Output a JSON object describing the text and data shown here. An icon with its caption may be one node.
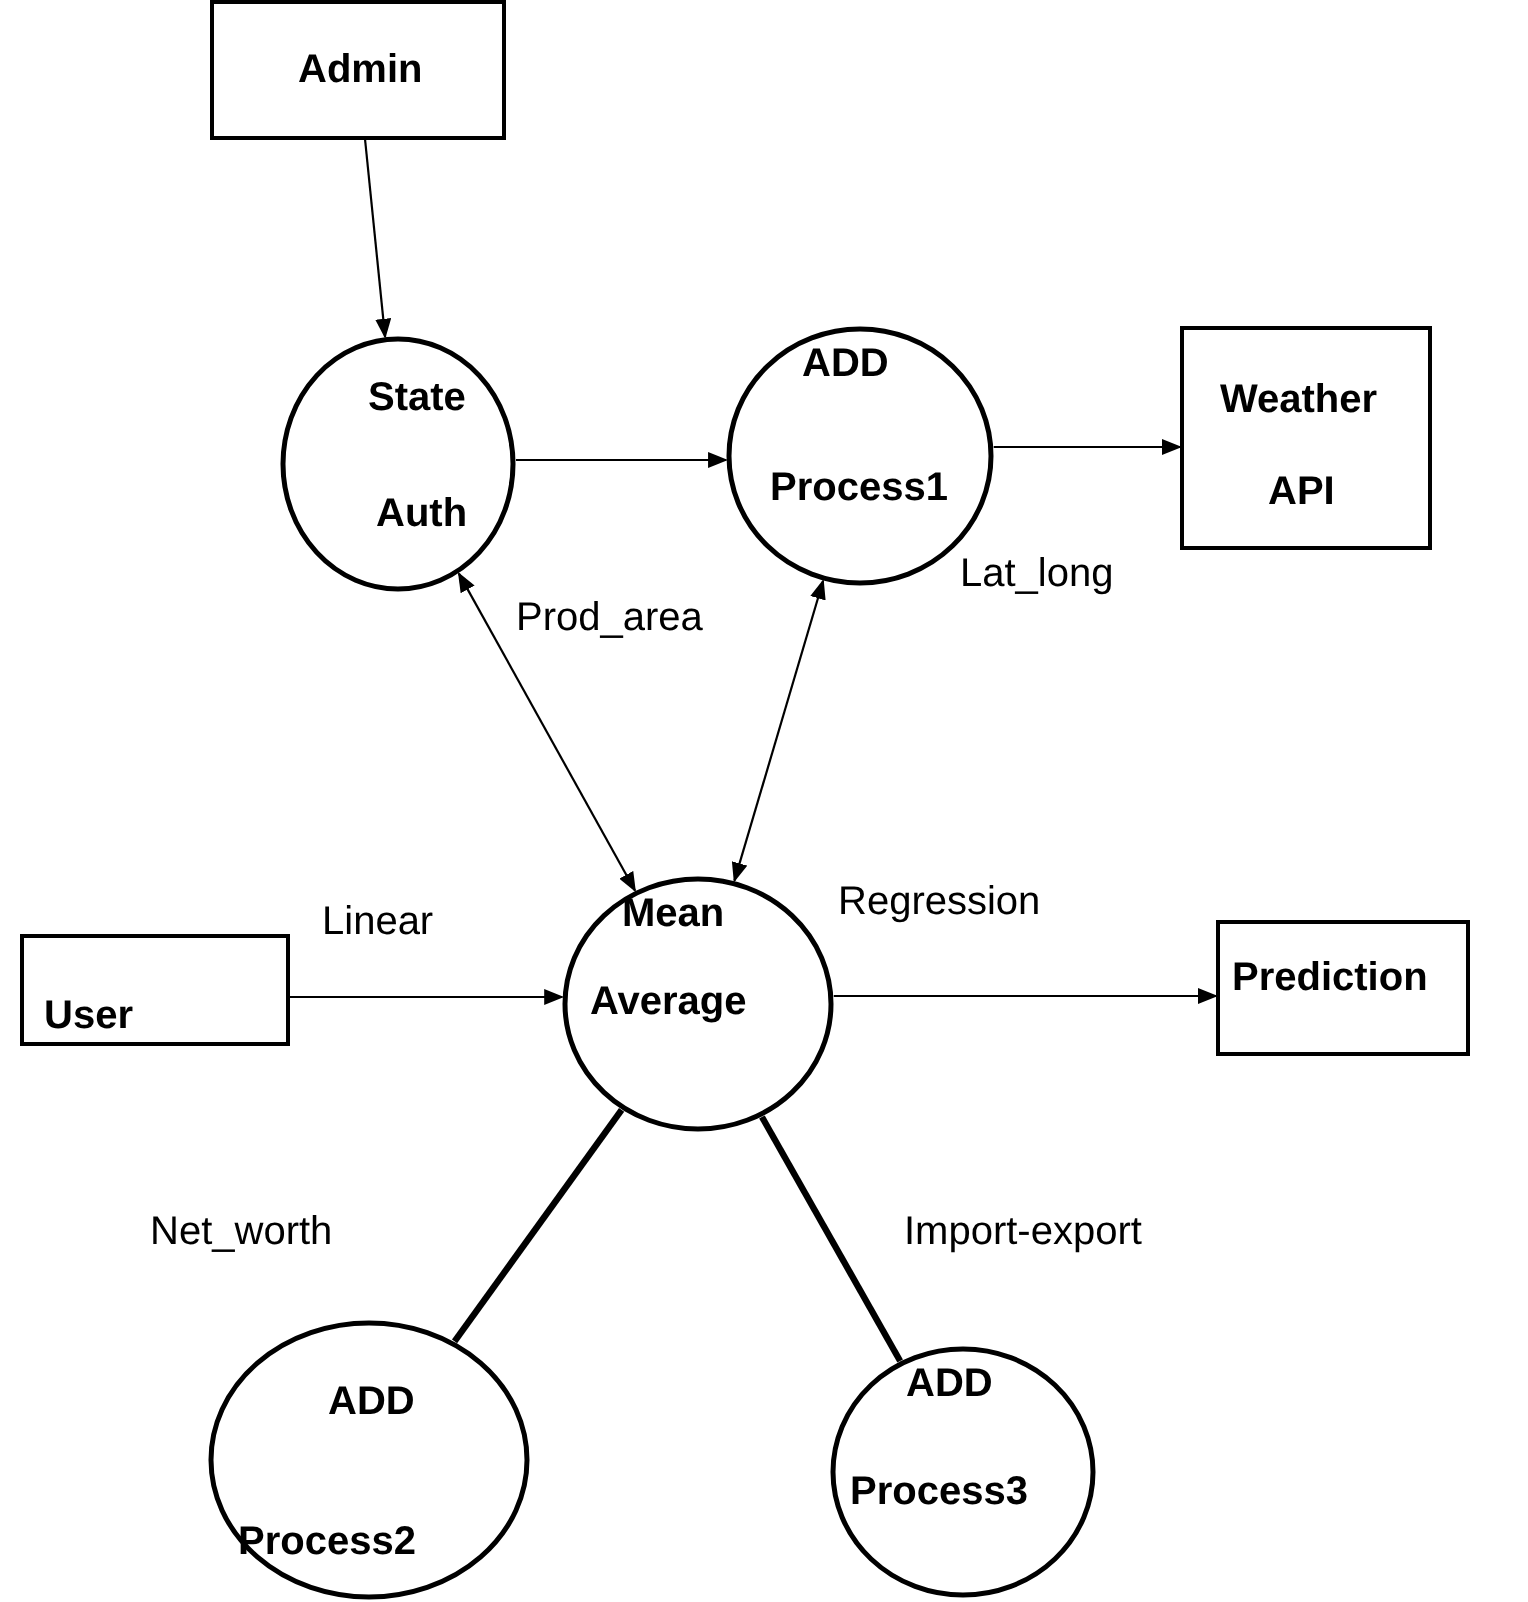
{
  "diagram": {
    "nodes": [
      {
        "text": [
          "Admin"
        ]
      },
      {
        "text": [
          "State",
          "Auth"
        ]
      },
      {
        "text": [
          "ADD",
          "Process1"
        ]
      },
      {
        "text": [
          "Weather",
          "API"
        ]
      },
      {
        "text": [
          "Mean",
          "Average"
        ]
      },
      {
        "text": [
          "User"
        ]
      },
      {
        "text": [
          "Prediction"
        ]
      },
      {
        "text": [
          "ADD",
          "Process2"
        ]
      },
      {
        "text": [
          "ADD",
          "Process3"
        ]
      }
    ],
    "edges": [
      {
        "from": 0,
        "to": 1,
        "arrow": "to"
      },
      {
        "from": 1,
        "to": 2,
        "arrow": "to"
      },
      {
        "from": 2,
        "to": 3,
        "arrow": "to"
      },
      {
        "from": 1,
        "to": 4,
        "arrow": "both"
      },
      {
        "from": 2,
        "to": 4,
        "arrow": "both"
      },
      {
        "from": 5,
        "to": 4,
        "label": "Linear",
        "arrow": "to"
      },
      {
        "from": 4,
        "to": 6,
        "label": "Regression",
        "arrow": "to"
      },
      {
        "from": 4,
        "to": 7,
        "arrow": "none",
        "style": "thick"
      },
      {
        "from": 4,
        "to": 8,
        "arrow": "none",
        "style": "thick"
      }
    ],
    "labels": [
      "Prod_area",
      "Lat_long",
      "Net_worth",
      "Import-export"
    ]
  }
}
